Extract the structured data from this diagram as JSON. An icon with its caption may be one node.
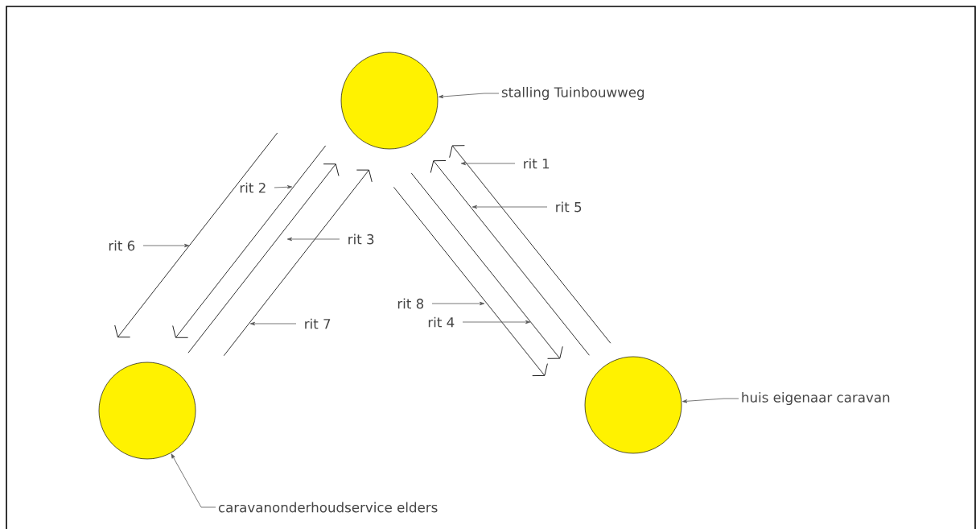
{
  "diagram": {
    "nodes": [
      {
        "text": [],
        "shape": "circle"
      },
      {
        "text": [],
        "shape": "circle"
      },
      {
        "text": [],
        "shape": "circle"
      },
      {
        "text": [
          "stalling Tuinbouwweg"
        ]
      },
      {
        "text": [
          "caravanonderhoudservice elders"
        ]
      },
      {
        "text": [
          "huis eigenaar caravan"
        ]
      }
    ],
    "edges": [
      {
        "from": 2,
        "to": 0,
        "arrow": "to",
        "label": "rit 1"
      },
      {
        "from": 0,
        "to": 1,
        "arrow": "to",
        "label": "rit 2"
      },
      {
        "from": 1,
        "to": 0,
        "arrow": "to",
        "label": "rit 3"
      },
      {
        "from": 0,
        "to": 2,
        "arrow": "to",
        "label": "rit 4"
      },
      {
        "from": 2,
        "to": 0,
        "arrow": "to",
        "label": "rit 5"
      },
      {
        "from": 0,
        "to": 1,
        "arrow": "to",
        "label": "rit 6"
      },
      {
        "from": 1,
        "to": 0,
        "arrow": "to",
        "label": "rit 7"
      },
      {
        "from": 0,
        "to": 2,
        "arrow": "to",
        "label": "rit 8"
      },
      {
        "from": 3,
        "to": 0,
        "arrow": "to"
      },
      {
        "from": 4,
        "to": 1,
        "arrow": "to"
      },
      {
        "from": 5,
        "to": 2,
        "arrow": "to"
      }
    ]
  }
}
